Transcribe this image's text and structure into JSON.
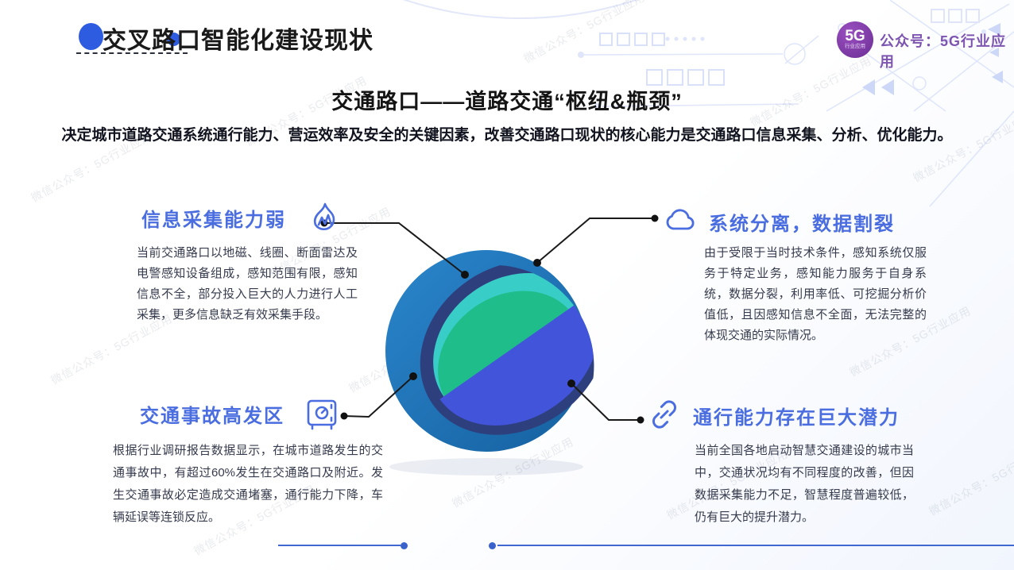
{
  "header": {
    "title": "交叉路口智能化建设现状",
    "logo": {
      "text": "5G",
      "subtext": "行业应用"
    },
    "account_label": "公众号：5G行业应用"
  },
  "hero": {
    "title": "交通路口——道路交通“枢纽&瓶颈”",
    "subtitle": "决定城市道路交通系统通行能力、营运效率及安全的关键因素，改善交通路口现状的核心能力是交通路口信息采集、分析、优化能力。"
  },
  "quadrants": [
    {
      "id": "top-left",
      "icon": "flame-icon",
      "title": "信息采集能力弱",
      "body": "当前交通路口以地磁、线圈、断面雷达及电警感知设备组成，感知范围有限，感知信息不全，部分投入巨大的人力进行人工采集，更多信息缺乏有效采集手段。"
    },
    {
      "id": "top-right",
      "icon": "cloud-icon",
      "title": "系统分离，数据割裂",
      "body": "由于受限于当时技术条件，感知系统仅服务于特定业务，感知能力服务于自身系统，数据分裂，利用率低、可挖掘分析价值低，且因感知信息不全面，无法完整的体现交通的实际情况。"
    },
    {
      "id": "bottom-left",
      "icon": "safe-icon",
      "title": "交通事故高发区",
      "body": "根据行业调研报告数据显示，在城市道路发生的交通事故中，有超过60%发生在交通路口及附近。发生交通事故必定造成交通堵塞，通行能力下降，车辆延误等连锁反应。"
    },
    {
      "id": "bottom-right",
      "icon": "link-icon",
      "title": "通行能力存在巨大潜力",
      "body": "当前全国各地启动智慧交通建设的城市当中，交通状况均有不同程度的改善，但因数据采集能力不足，智慧程度普遍较低，仍有巨大的提升潜力。"
    }
  ],
  "watermark": "微信公众号：5G行业应用",
  "colors": {
    "accent_blue": "#4a6de0",
    "header_dot_blue": "#2e5ce0",
    "purple": "#7d55b0",
    "footer_line": "#4168d0",
    "sphere_outer": "#1b6cb3",
    "sphere_rim": "#2e3f7d",
    "sphere_band": "#38cdc7",
    "sphere_core": "#1fbd8a",
    "sphere_inner": "#4254da"
  }
}
